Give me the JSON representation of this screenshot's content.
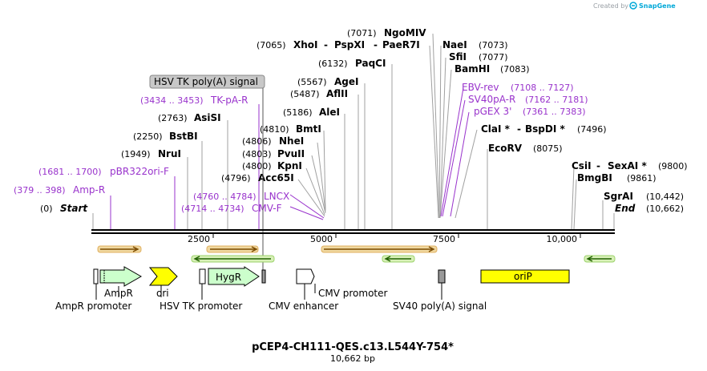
{
  "credit": {
    "prefix": "Created by",
    "brand": "SnapGene"
  },
  "title": "pCEP4-CH111-QES.c13.L544Y-754*",
  "subtitle": "10,662 bp",
  "axis": {
    "ticks": [
      "2500",
      "5000",
      "7500",
      "10,000"
    ]
  },
  "sites": [
    {
      "num": "(0)",
      "name": "Start"
    },
    {
      "num": "(379 .. 398)",
      "name": "Amp-R"
    },
    {
      "num": "(1681 .. 1700)",
      "name": "pBR322ori-F"
    },
    {
      "num": "(1949)",
      "name": "NruI"
    },
    {
      "num": "(2250)",
      "name": "BstBI"
    },
    {
      "num": "(2763)",
      "name": "AsiSI"
    },
    {
      "num": "(3434 .. 3453)",
      "name": "TK-pA-R"
    },
    {
      "num": "(4714 .. 4734)",
      "name": "CMV-F"
    },
    {
      "num": "(4760 .. 4784)",
      "name": "LNCX"
    },
    {
      "num": "(4796)",
      "name": "Acc65I"
    },
    {
      "num": "(4800)",
      "name": "KpnI"
    },
    {
      "num": "(4803)",
      "name": "PvuII"
    },
    {
      "num": "(4806)",
      "name": "NheI"
    },
    {
      "num": "(4810)",
      "name": "BmtI"
    },
    {
      "num": "(5186)",
      "name": "AleI"
    },
    {
      "num": "(5487)",
      "name": "AflII"
    },
    {
      "num": "(5567)",
      "name": "AgeI"
    },
    {
      "num": "(6132)",
      "name": "PaqCI"
    },
    {
      "num": "(7065)",
      "name": "XhoI",
      "sep1": "-",
      "name2": "PspXI",
      "sep2": "-",
      "name3": "PaeR7I"
    },
    {
      "num": "(7071)",
      "name": "NgoMIV"
    },
    {
      "name": "NaeI",
      "num": "(7073)"
    },
    {
      "name": "SfiI",
      "num": "(7077)"
    },
    {
      "name": "BamHI",
      "num": "(7083)"
    },
    {
      "name": "EBV-rev",
      "num": "(7108 .. 7127)"
    },
    {
      "name": "SV40pA-R",
      "num": "(7162 .. 7181)"
    },
    {
      "name": "pGEX 3'",
      "num": "(7361 .. 7383)"
    },
    {
      "name": "ClaI *",
      "sep": "-",
      "name2": "BspDI *",
      "num": "(7496)"
    },
    {
      "name": "EcoRV",
      "num": "(8075)"
    },
    {
      "name": "CsiI",
      "sep": "-",
      "name2": "SexAI *",
      "num": "(9800)"
    },
    {
      "name": "BmgBI",
      "num": "(9861)"
    },
    {
      "name": "SgrAI",
      "num": "(10,442)"
    },
    {
      "name": "End",
      "num": "(10,662)"
    }
  ],
  "tooltip": "HSV TK poly(A) signal",
  "features": {
    "ampr": "AmpR",
    "ori": "ori",
    "hygr": "HygR",
    "orip": "oriP",
    "ampr_promoter": "AmpR promoter",
    "hsv_tk_promoter": "HSV TK promoter",
    "cmv_enhancer": "CMV enhancer",
    "cmv_promoter": "CMV promoter",
    "sv40_polya": "SV40 poly(A) signal"
  },
  "colors": {
    "primer_text": "#9933cc",
    "orf_arrow": "#ffa500",
    "orf_glow": "#9bd26a",
    "ampr_fill": "#ccffcc",
    "ori_fill": "#ffff00",
    "orip_fill": "#ffff00",
    "promoter_fill": "#ffffff",
    "polya_fill": "#999999",
    "tooltip_fill": "#c8c8c8",
    "credit_brand": "#00a8d8"
  }
}
